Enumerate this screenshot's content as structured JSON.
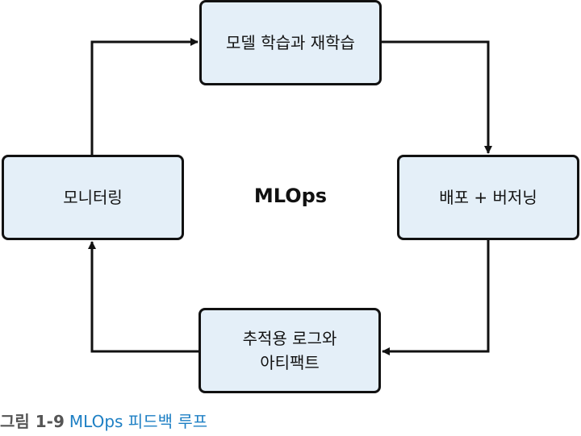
{
  "diagram": {
    "center_label": "MLOps",
    "nodes": {
      "train": {
        "line1": "모델 학습과 재학습"
      },
      "deploy": {
        "line1": "배포 + 버저닝"
      },
      "track": {
        "line1": "추적용 로그와",
        "line2": "아티팩트"
      },
      "monitor": {
        "line1": "모니터링"
      }
    }
  },
  "caption": {
    "number": "그림 1-9",
    "title": "MLOps 피드백 루프"
  },
  "colors": {
    "node_fill": "#e4eff8",
    "stroke": "#111111",
    "caption_number": "#555555",
    "caption_title": "#1d7fc4"
  }
}
